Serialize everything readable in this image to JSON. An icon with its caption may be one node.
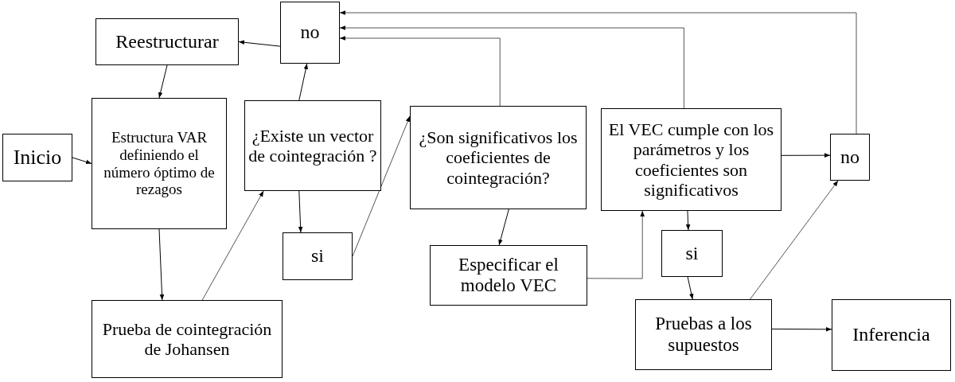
{
  "diagram": {
    "nodes": [
      {
        "text": [
          "Reestructurar"
        ]
      },
      {
        "text": [
          "no"
        ]
      },
      {
        "text": [
          "Inicio"
        ]
      },
      {
        "text": [
          "Estructura VAR definiendo el número óptimo de rezagos"
        ]
      },
      {
        "text": [
          "¿Existe un vector de cointegración ?"
        ]
      },
      {
        "text": [
          "¿Son significativos los coeficientes de cointegración?"
        ]
      },
      {
        "text": [
          "El VEC cumple con los parámetros y los coeficientes son significativos"
        ]
      },
      {
        "text": [
          "no"
        ]
      },
      {
        "text": [
          "si"
        ]
      },
      {
        "text": [
          "Especificar el modelo VEC"
        ]
      },
      {
        "text": [
          "si"
        ]
      },
      {
        "text": [
          "Prueba de cointegración de Johansen"
        ]
      },
      {
        "text": [
          "Pruebas a los supuestos"
        ]
      },
      {
        "text": [
          "Inferencia"
        ]
      }
    ],
    "edges": [
      {
        "from": 2,
        "to": 3,
        "arrow": "to"
      },
      {
        "from": 1,
        "to": 0,
        "arrow": "to"
      },
      {
        "from": 0,
        "to": 3,
        "arrow": "to"
      },
      {
        "from": 3,
        "to": 11,
        "arrow": "to"
      },
      {
        "from": 11,
        "to": 4,
        "arrow": "to"
      },
      {
        "from": 4,
        "to": 1,
        "arrow": "to"
      },
      {
        "from": 4,
        "to": 8,
        "arrow": "to"
      },
      {
        "from": 8,
        "to": 5,
        "arrow": "to"
      },
      {
        "from": 5,
        "to": 1,
        "arrow": "to"
      },
      {
        "from": 6,
        "to": 1,
        "arrow": "to"
      },
      {
        "from": 7,
        "to": 1,
        "arrow": "to"
      },
      {
        "from": 5,
        "to": 9,
        "arrow": "to"
      },
      {
        "from": 9,
        "to": 6,
        "arrow": "to"
      },
      {
        "from": 6,
        "to": 7,
        "arrow": "to"
      },
      {
        "from": 6,
        "to": 10,
        "arrow": "to"
      },
      {
        "from": 10,
        "to": 12,
        "arrow": "to"
      },
      {
        "from": 12,
        "to": 7,
        "arrow": "to"
      },
      {
        "from": 12,
        "to": 13,
        "arrow": "to"
      }
    ]
  }
}
